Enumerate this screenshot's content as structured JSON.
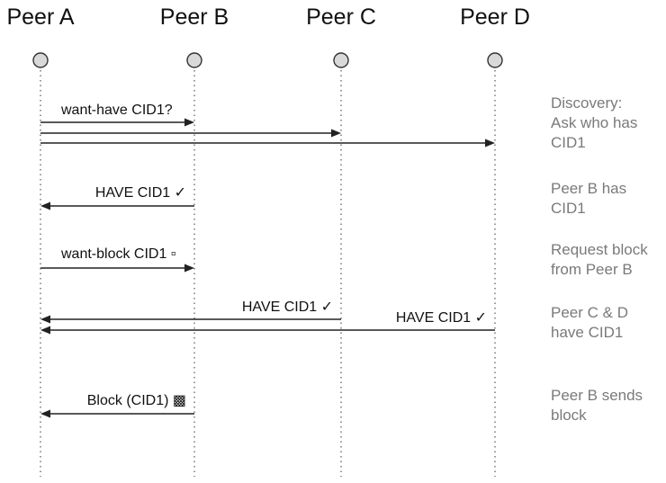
{
  "peers": [
    "Peer A",
    "Peer B",
    "Peer C",
    "Peer D"
  ],
  "messages": [
    {
      "text": "want-have CID1?",
      "from": 0,
      "to": 1
    },
    {
      "text": "",
      "from": 0,
      "to": 2
    },
    {
      "text": "",
      "from": 0,
      "to": 3
    },
    {
      "text": "HAVE CID1 ✓",
      "from": 1,
      "to": 0
    },
    {
      "text": "want-block CID1 ▫",
      "from": 0,
      "to": 1
    },
    {
      "text": "HAVE CID1 ✓",
      "from": 2,
      "to": 0
    },
    {
      "text": "HAVE CID1 ✓",
      "from": 3,
      "to": 0
    },
    {
      "text": "Block (CID1) ▩",
      "from": 1,
      "to": 0
    }
  ],
  "notes": [
    [
      "Discovery:",
      "Ask who has",
      "CID1"
    ],
    [
      "Peer B has",
      "CID1"
    ],
    [
      "Request block",
      "from Peer B"
    ],
    [
      "Peer C & D",
      "have CID1"
    ],
    [
      "Peer B sends",
      "block"
    ]
  ]
}
